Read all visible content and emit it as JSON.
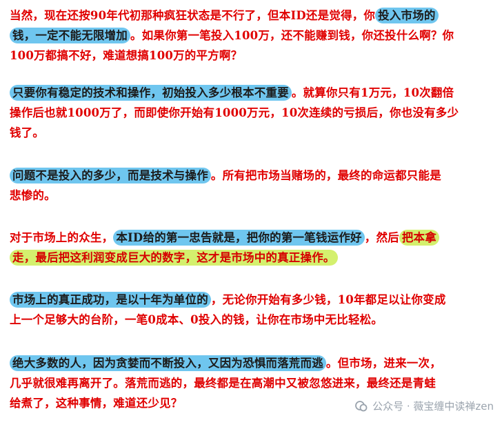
{
  "paragraphs": [
    {
      "lines": [
        [
          {
            "t": "当然，现在还按90年代初那种疯狂状态是不行了，但本ID还是觉得，你",
            "h": ""
          },
          {
            "t": "投入市场的",
            "h": "blue"
          }
        ],
        [
          {
            "t": "钱，一定不能无限增加",
            "h": "blue"
          },
          {
            "t": "。如果你第一笔投入100万，还不能赚到钱，你还投什么啊？你",
            "h": ""
          }
        ],
        [
          {
            "t": "100万都搞不好，难道想搞100万的平方啊？",
            "h": ""
          }
        ]
      ]
    },
    {
      "lines": [
        [
          {
            "t": "只要你有稳定的技术和操作，初始投入多少根本不重要",
            "h": "blue"
          },
          {
            "t": "。就算你只有1万元，10次翻倍",
            "h": ""
          }
        ],
        [
          {
            "t": "操作后也就1000万了，而即使你开始有1000万元，10次连续的亏损后，你也没有多少",
            "h": ""
          }
        ],
        [
          {
            "t": "钱了。",
            "h": ""
          }
        ]
      ]
    },
    {
      "lines": [
        [
          {
            "t": "问题不是投入的多少，而是技术与操作",
            "h": "blue"
          },
          {
            "t": "。所有把市场当赌场的，最终的命运都只能是",
            "h": ""
          }
        ],
        [
          {
            "t": "悲惨的。",
            "h": ""
          }
        ]
      ]
    },
    {
      "lines": [
        [
          {
            "t": "对于市场上的众生，",
            "h": ""
          },
          {
            "t": "本ID给的第一忠告就是，把你的第一笔钱运作好",
            "h": "blue"
          },
          {
            "t": "，然后",
            "h": ""
          },
          {
            "t": "把本拿",
            "h": "green"
          }
        ],
        [
          {
            "t": "走，最后把这利润变成巨大的数字，这才是市场中的真正操作。",
            "h": "green"
          }
        ]
      ]
    },
    {
      "lines": [
        [
          {
            "t": "市场上的真正成功，是以十年为单位的",
            "h": "blue"
          },
          {
            "t": "，无论你开始有多少钱，10年都足以让你变成",
            "h": ""
          }
        ],
        [
          {
            "t": "上一个足够大的台阶，一笔0成本、0投入的钱，让你在市场中无比轻松。",
            "h": ""
          }
        ]
      ]
    },
    {
      "lines": [
        [
          {
            "t": "绝大多数的人，因为贪婪而不断投入，又因为恐惧而落荒而逃",
            "h": "blue"
          },
          {
            "t": "。但市场，进来一次，",
            "h": ""
          }
        ],
        [
          {
            "t": "几乎就很难再离开了。落荒而逃的，最终都是在高潮中又被忽悠进来，最终还是青蛙",
            "h": ""
          }
        ],
        [
          {
            "t": "给煮了，这种事情，难道还少见？",
            "h": ""
          }
        ]
      ]
    }
  ],
  "watermark": {
    "text": "公众号 · 薇宝缠中读禅zen",
    "icon": "wechat-icon"
  }
}
